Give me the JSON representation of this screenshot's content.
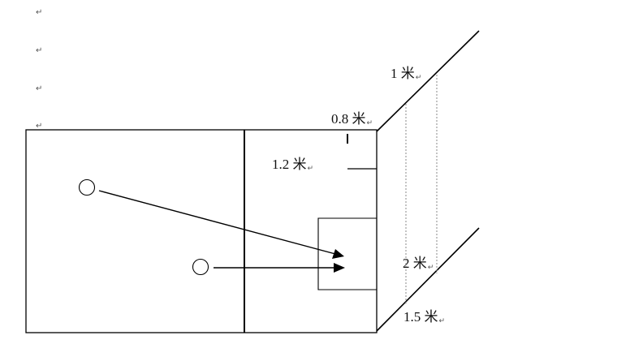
{
  "paragraph_mark": "↵",
  "labels": {
    "top_1m": "1 米",
    "edge_08m": "0.8 米",
    "height_12m": "1.2 米",
    "mid_2m": "2 米",
    "bottom_15m": "1.5 米"
  },
  "colors": {
    "line": "#000000",
    "dotted": "#888888"
  }
}
